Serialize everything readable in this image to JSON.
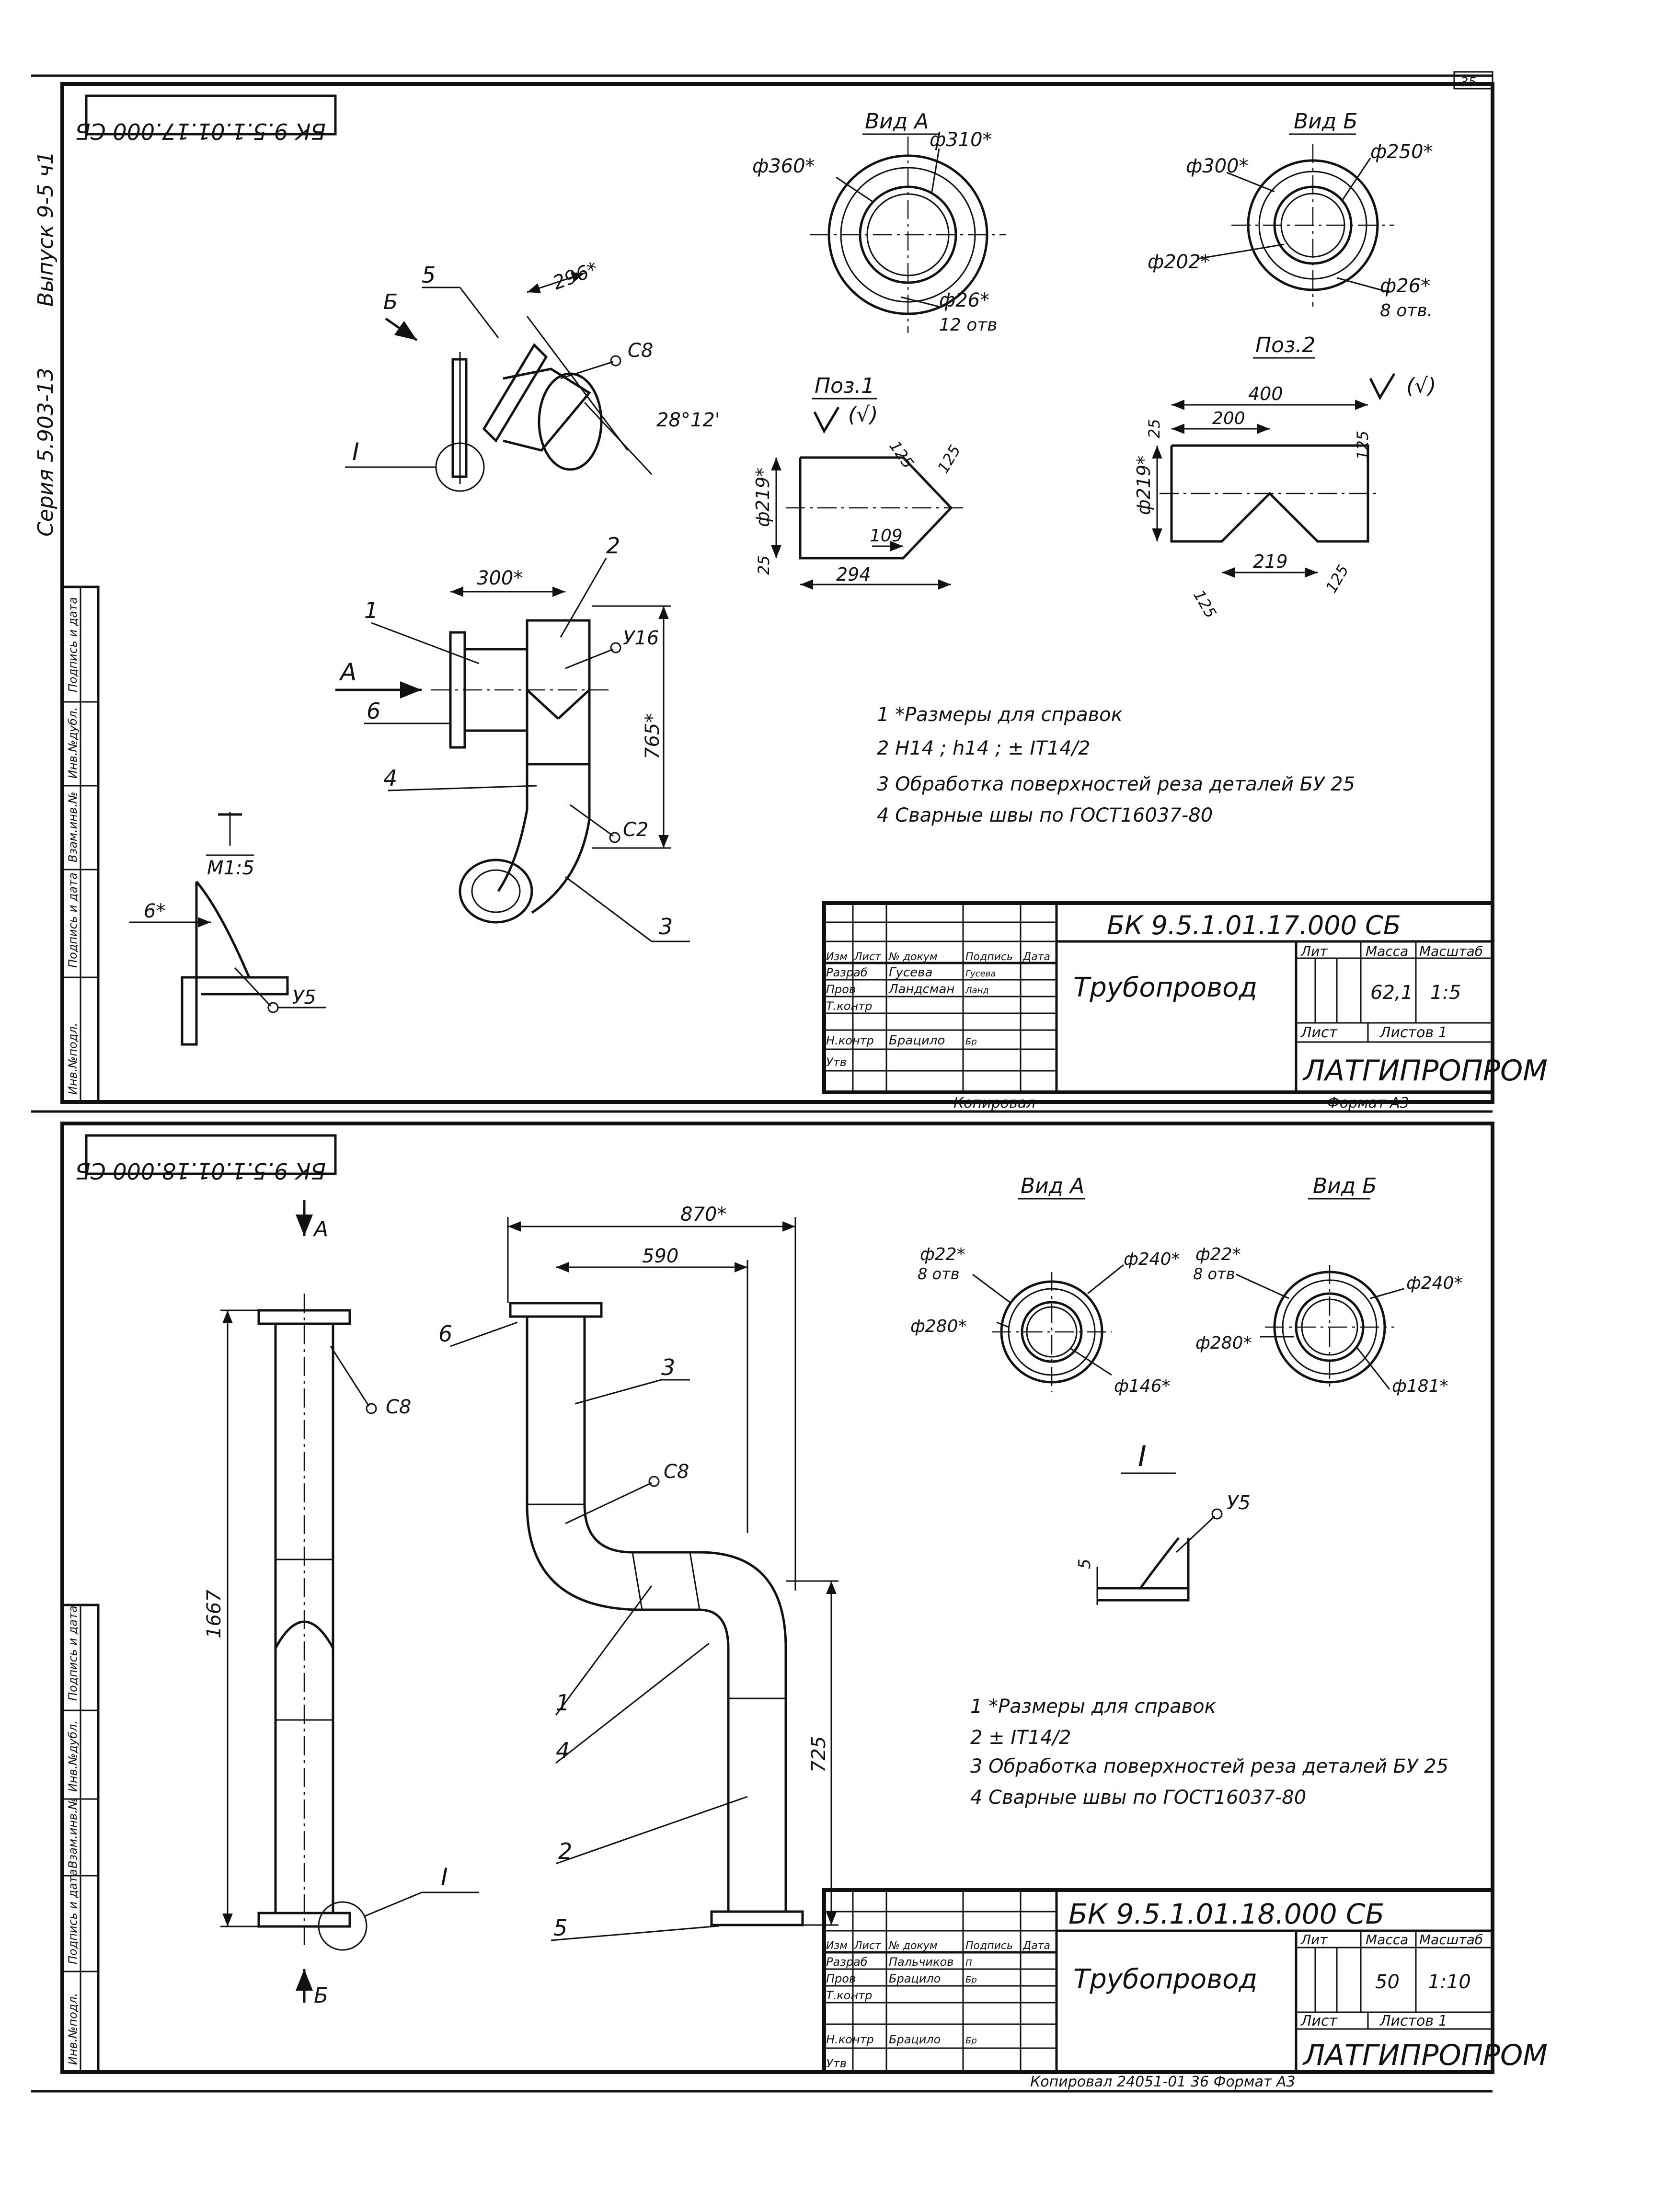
{
  "page_number": "35",
  "sheet1": {
    "stamp_top": "БК 9.5.1.01.17.000 СБ",
    "side_series": "Серия 5.903-13",
    "side_issue": "Выпуск 9-5 ч1",
    "side_cols": [
      "Инв.№подл.",
      "Подпись и дата",
      "Взам.инв.№",
      "Инв.№дубл.",
      "Подпись и дата"
    ],
    "view_a": {
      "title": "Вид А",
      "d_outer": "ф360*",
      "d_inner": "ф310*",
      "d_holes": "ф26*",
      "holes": "12 отв"
    },
    "view_b": {
      "title": "Вид Б",
      "d_outer": "ф300*",
      "d_inner": "ф250*",
      "d_pipe": "ф202*",
      "d_holes": "ф26*",
      "holes": "8 отв."
    },
    "pos1": {
      "title": "Поз.1",
      "rough": "(√)",
      "d": "ф219*",
      "l_total": "294",
      "l_part": "109",
      "cut1": "125",
      "cut2": "125",
      "edge": "25"
    },
    "pos2": {
      "title": "Поз.2",
      "rough": "(√)",
      "d": "ф219*",
      "l_total": "400",
      "l_half": "200",
      "l_part": "219",
      "cut1": "125",
      "cut2": "125",
      "cut3": "125",
      "edge": "25"
    },
    "top_view": {
      "dim": "296*",
      "angle": "28°12'",
      "weld": "С8",
      "view_b_arrow": "Б",
      "detail": "I",
      "pos": "5"
    },
    "front_view": {
      "dim_width": "300*",
      "dim_height": "765*",
      "arrow": "А",
      "welds": [
        "У16",
        "С2"
      ],
      "pos": [
        "1",
        "2",
        "3",
        "4",
        "6"
      ]
    },
    "detail_i": {
      "title": "I",
      "scale": "М1:5",
      "leg": "6*",
      "weld": "У5"
    },
    "notes": [
      "1 *Размеры для справок",
      "2 Н14 ; h14 ; ± IT14/2",
      "3 Обработка поверхностей реза деталей БУ 25",
      "4 Сварные швы по ГОСТ16037-80"
    ],
    "title_block": {
      "code": "БК 9.5.1.01.17.000 СБ",
      "name": "Трубопровод",
      "org": "ЛАТГИПРОПРОМ",
      "hdr_lit": "Лит",
      "hdr_mass": "Масса",
      "hdr_scale": "Масштаб",
      "mass": "62,1",
      "scale": "1:5",
      "sheet": "Лист",
      "sheets": "Листов 1",
      "cols": [
        "Изм",
        "Лист",
        "№ докум",
        "Подпись",
        "Дата"
      ],
      "rows": [
        {
          "role": "Разраб",
          "name": "Гусева",
          "sign": "Гусева"
        },
        {
          "role": "Пров",
          "name": "Ландсман",
          "sign": "Ланд"
        },
        {
          "role": "Т.контр",
          "name": "",
          "sign": ""
        },
        {
          "role": "Н.контр",
          "name": "Брацило",
          "sign": "Бр"
        },
        {
          "role": "Утв",
          "name": "",
          "sign": ""
        }
      ]
    },
    "footer_copied": "Копировал",
    "footer_format": "Формат А3"
  },
  "sheet2": {
    "stamp_top": "БК 9.5.1.01.18.000 СБ",
    "side_cols": [
      "Инв.№подл.",
      "Подпись и дата",
      "Взам.инв.№",
      "Инв.№дубл.",
      "Подпись и дата"
    ],
    "view_a": {
      "title": "Вид А",
      "d_holes": "ф22*",
      "holes": "8 отв",
      "d_outer": "ф280*",
      "d_mid": "ф240*",
      "d_pipe": "ф146*"
    },
    "view_b": {
      "title": "Вид Б",
      "d_holes": "ф22*",
      "holes": "8 отв",
      "d_outer": "ф280*",
      "d_mid": "ф240*",
      "d_pipe": "ф181*"
    },
    "left_view": {
      "dim": "1667",
      "weld": "С8",
      "arrow_a": "А",
      "arrow_b": "Б",
      "detail": "I"
    },
    "right_view": {
      "dim_total": "870*",
      "dim_part": "590",
      "dim_height": "725",
      "weld": "С8",
      "pos": [
        "6",
        "3",
        "1",
        "4",
        "2",
        "5"
      ]
    },
    "detail_i": {
      "title": "I",
      "leg": "5",
      "weld": "У5"
    },
    "notes": [
      "1 *Размеры для справок",
      "2 ± IT14/2",
      "3 Обработка поверхностей реза деталей БУ 25",
      "4 Сварные швы по ГОСТ16037-80"
    ],
    "title_block": {
      "code": "БК 9.5.1.01.18.000 СБ",
      "name": "Трубопровод",
      "org": "ЛАТГИПРОПРОМ",
      "hdr_lit": "Лит",
      "hdr_mass": "Масса",
      "hdr_scale": "Масштаб",
      "mass": "50",
      "scale": "1:10",
      "sheet": "Лист",
      "sheets": "Листов 1",
      "cols": [
        "Изм",
        "Лист",
        "№ докум",
        "Подпись",
        "Дата"
      ],
      "rows": [
        {
          "role": "Разраб",
          "name": "Пальчиков",
          "sign": "П"
        },
        {
          "role": "Пров",
          "name": "Брацило",
          "sign": "Бр"
        },
        {
          "role": "Т.контр",
          "name": "",
          "sign": ""
        },
        {
          "role": "Н.контр",
          "name": "Брацило",
          "sign": "Бр"
        },
        {
          "role": "Утв",
          "name": "",
          "sign": ""
        }
      ]
    },
    "footer": "Копировал   24051-01   36   Формат А3"
  }
}
